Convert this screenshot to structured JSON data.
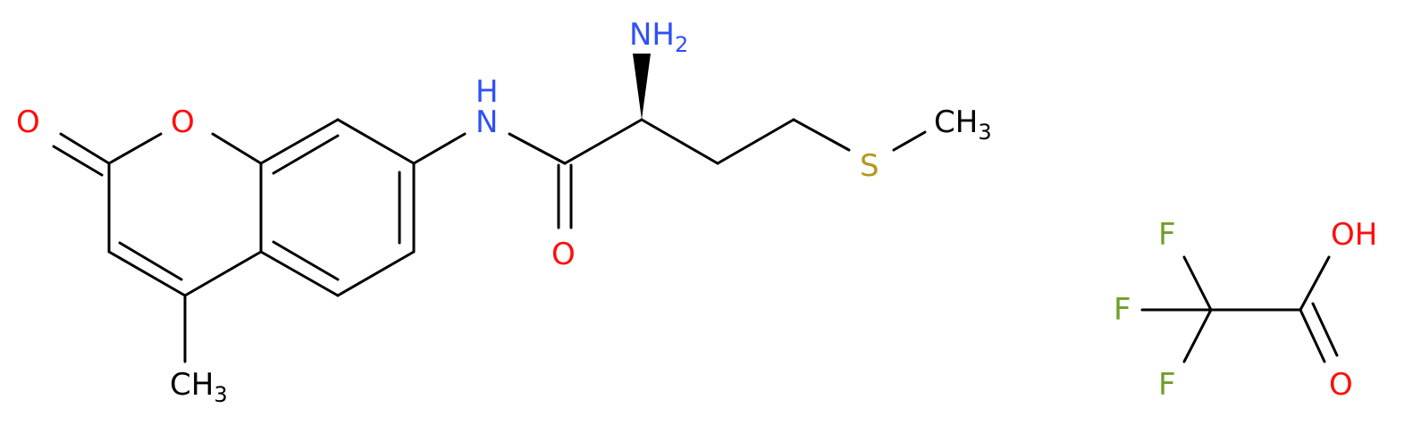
{
  "colors": {
    "carbon": "#000000",
    "oxygen": "#ff0d0d",
    "nitrogen": "#3050f8",
    "sulfur": "#b09a20",
    "fluorine": "#6fa02a"
  },
  "atoms": {
    "carbonyl_o_left": "O",
    "ring_o": "O",
    "amide_n": "N",
    "amide_h": "H",
    "amine_n": "NH",
    "amine_sub": "2",
    "amide_o": "O",
    "sulfur": "S",
    "methyl_s": "CH",
    "methyl_s_sub": "3",
    "methyl_ring": "CH",
    "methyl_ring_sub": "3",
    "f_top": "F",
    "f_mid": "F",
    "f_bottom": "F",
    "acid_oh": "OH",
    "acid_o": "O"
  }
}
